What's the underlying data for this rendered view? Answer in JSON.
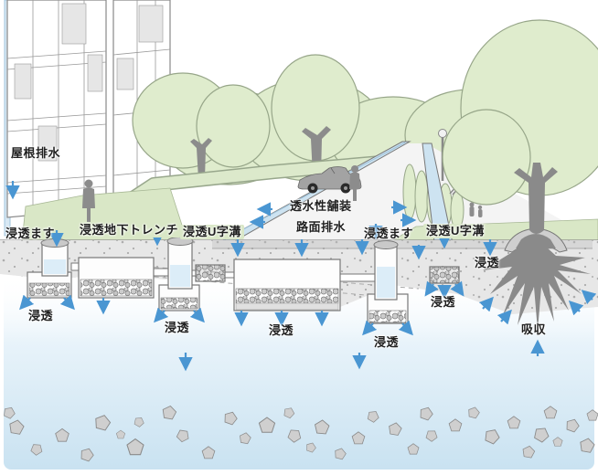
{
  "annotations": [
    {
      "id": "roof-drainage",
      "text": "屋根排水"
    },
    {
      "id": "infiltration-basin-left",
      "text": "浸透ます"
    },
    {
      "id": "underground-trench",
      "text": "浸透地下トレンチ"
    },
    {
      "id": "u-gutter-left",
      "text": "浸透U字溝"
    },
    {
      "id": "permeable-pavement",
      "text": "透水性舗装"
    },
    {
      "id": "road-drainage",
      "text": "路面排水"
    },
    {
      "id": "infiltration-basin-right",
      "text": "浸透ます"
    },
    {
      "id": "u-gutter-right",
      "text": "浸透U字溝"
    },
    {
      "id": "seep-under-tree",
      "text": "浸透"
    },
    {
      "id": "seep-basin-left",
      "text": "浸透"
    },
    {
      "id": "seep-cylinder-2",
      "text": "浸透"
    },
    {
      "id": "seep-trench",
      "text": "浸透"
    },
    {
      "id": "seep-gutter-right",
      "text": "浸透"
    },
    {
      "id": "seep-basin-right",
      "text": "浸透"
    },
    {
      "id": "absorption",
      "text": "吸収"
    }
  ],
  "colors": {
    "arrow_blue": "#4a96d2",
    "foliage_green": "#dfeccd",
    "grass_green": "#d9e7c6",
    "soil_gray": "#e7e7e7",
    "silhouette_gray": "#8a8a8a",
    "groundwater_blue": "#cbe3f2",
    "gutter_blue": "#cde3f1"
  }
}
